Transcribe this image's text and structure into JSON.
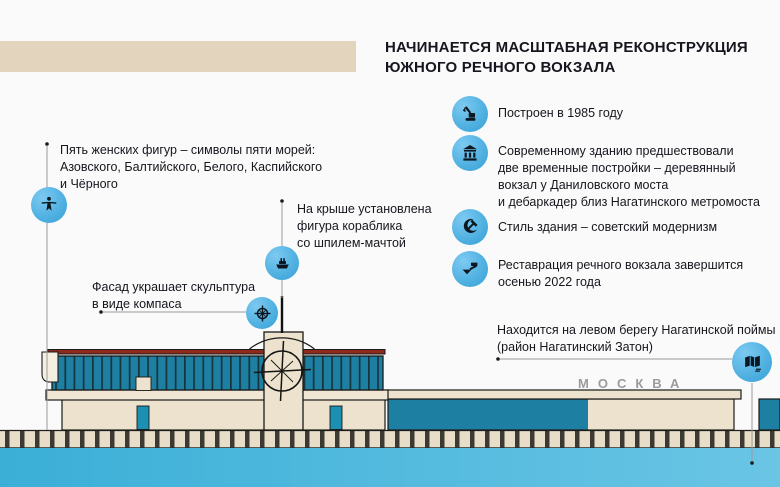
{
  "title": "НАЧИНАЕТСЯ МАСШТАБНАЯ РЕКОНСТРУКЦИЯ\nЮЖНОГО РЕЧНОГО ВОКЗАЛА",
  "facts": [
    {
      "icon": "excavator-icon",
      "text": "Построен в 1985 году"
    },
    {
      "icon": "station-building-icon",
      "text": "Современному зданию предшествовали\nдве временные постройки – деревянный\nвокзал у Даниловского моста\nи дебаркадер близ Нагатинского метромоста"
    },
    {
      "icon": "hammer-sickle-icon",
      "text": "Стиль здания – советский модернизм"
    },
    {
      "icon": "restoration-trowel-icon",
      "text": "Реставрация речного вокзала завершится\nосенью 2022 года"
    }
  ],
  "annotations": {
    "statues": "Пять женских фигур – символы пяти морей:\nАзовского, Балтийского, Белого, Каспийского\nи Чёрного",
    "ship": "На крыше установлена\nфигура кораблика\nсо шпилем-мачтой",
    "compass": "Фасад украшает скульптура\nв виде компаса",
    "location": "Находится на левом берегу Нагатинской поймы\n(район Нагатинский Затон)"
  },
  "river_label": "МОСКВА",
  "colors": {
    "accent_bubble": "#4badde",
    "facade_teal": "#1d7fa2",
    "door_teal": "#1d8fb3",
    "header_beige": "#e3d4be",
    "building_beige": "#ece2cd",
    "roof_red": "#8e2a1b",
    "water_blue": "#4fb9dd",
    "text_dark": "#16161e",
    "label_gray": "#9b9b9b"
  }
}
